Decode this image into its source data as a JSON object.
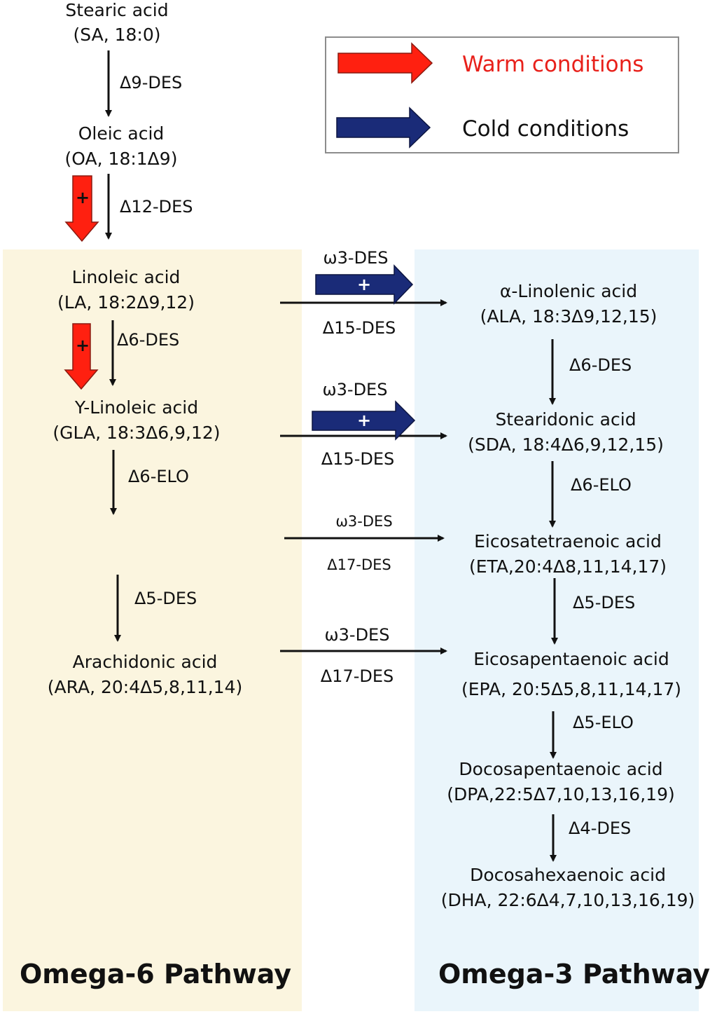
{
  "legend": {
    "warm_label": "Warm conditions",
    "cold_label": "Cold conditions",
    "warm_color": "#ff2010",
    "cold_color": "#1a2b78"
  },
  "colors": {
    "omega6_bg": "#fbf5df",
    "omega3_bg": "#eaf5fb",
    "warm_text": "#e8201a"
  },
  "compounds": {
    "stearic": {
      "name": "Stearic acid",
      "formula": "(SA, 18:0)"
    },
    "oleic": {
      "name": "Oleic acid",
      "formula": "(OA, 18:1Δ9)"
    },
    "linoleic": {
      "name": "Linoleic acid",
      "formula": "(LA, 18:2Δ9,12)"
    },
    "gamma_linoleic": {
      "name": "Y-Linoleic acid",
      "formula": "(GLA, 18:3Δ6,9,12)"
    },
    "arachidonic": {
      "name": "Arachidonic acid",
      "formula": "(ARA, 20:4Δ5,8,11,14)"
    },
    "alpha_linolenic": {
      "name": "α-Linolenic acid",
      "formula": "(ALA, 18:3Δ9,12,15)"
    },
    "stearidonic": {
      "name": "Stearidonic acid",
      "formula": "(SDA, 18:4Δ6,9,12,15)"
    },
    "eicosatetraenoic": {
      "name": "Eicosatetraenoic acid",
      "formula": "(ETA,20:4Δ8,11,14,17)"
    },
    "eicosapentaenoic": {
      "name": "Eicosapentaenoic acid",
      "formula": "(EPA, 20:5Δ5,8,11,14,17)"
    },
    "docosapentaenoic": {
      "name": "Docosapentaenoic acid",
      "formula": "(DPA,22:5Δ7,10,13,16,19)"
    },
    "docosahexaenoic": {
      "name": "Docosahexaenoic acid",
      "formula": "(DHA, 22:6Δ4,7,10,13,16,19)"
    }
  },
  "enzymes": {
    "d9_des": "Δ9-DES",
    "d12_des": "Δ12-DES",
    "o6_d6_des": "Δ6-DES",
    "o6_d6_elo": "Δ6-ELO",
    "o6_d5_des": "Δ5-DES",
    "o3_d6_des": "Δ6-DES",
    "o3_d6_elo": "Δ6-ELO",
    "o3_d5_des": "Δ5-DES",
    "o3_d5_elo": "Δ5-ELO",
    "o3_d4_des": "Δ4-DES",
    "cross1_top": "ω3-DES",
    "cross1_bottom": "Δ15-DES",
    "cross2_top": "ω3-DES",
    "cross2_bottom": "Δ15-DES",
    "cross3_top": "ω3-DES",
    "cross3_bottom": "Δ17-DES",
    "cross4_top": "ω3-DES",
    "cross4_bottom": "Δ17-DES"
  },
  "markers": {
    "plus": "+"
  },
  "pathways": {
    "omega6": "Omega-6 Pathway",
    "omega3": "Omega-3 Pathway"
  }
}
